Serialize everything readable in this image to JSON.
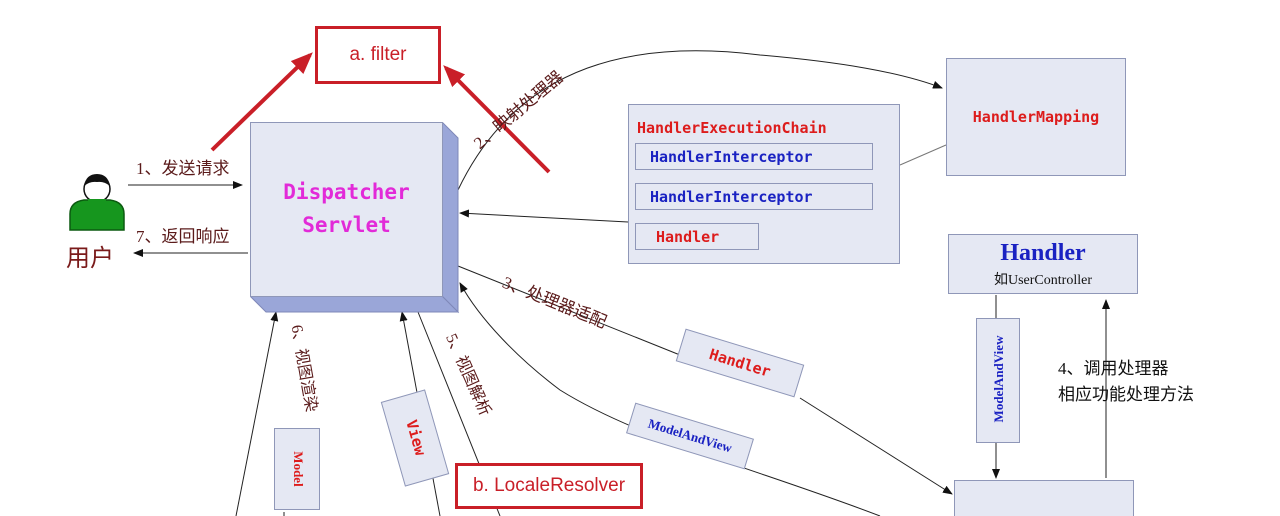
{
  "nodes": {
    "user_label": "用户",
    "dispatcher_line1": "Dispatcher",
    "dispatcher_line2": "Servlet",
    "filter": "a. filter",
    "locale_resolver": "b. LocaleResolver",
    "handler_mapping": "HandlerMapping",
    "execution_chain": "HandlerExecutionChain",
    "interceptor_1": "HandlerInterceptor",
    "interceptor_2": "HandlerInterceptor",
    "chain_handler": "Handler",
    "handler_title": "Handler",
    "handler_subtitle": "如UserController",
    "tag_handler": "Handler",
    "tag_model_and_view": "ModelAndView",
    "tag_view": "View",
    "tag_model": "Model",
    "tag_vertical_mav": "ModelAndView"
  },
  "steps": {
    "step1": "1、发送请求",
    "step7": "7、返回响应",
    "step2": "2、映射处理器",
    "step3": "3、处理器适配",
    "step4_line1": "4、调用处理器",
    "step4_line2": "相应功能处理方法",
    "step5": "5、视图解析",
    "step6": "6、视图渲染"
  },
  "colors": {
    "box_fill": "#e5e8f3",
    "box_border": "#8f97b8",
    "dispatcher_text": "#e22ad8",
    "red": "#dd1c1c",
    "blue": "#1a22c2",
    "highlight_red": "#c91f28",
    "step_text": "#5a1a1a"
  },
  "icons": {
    "user": "user-icon"
  }
}
